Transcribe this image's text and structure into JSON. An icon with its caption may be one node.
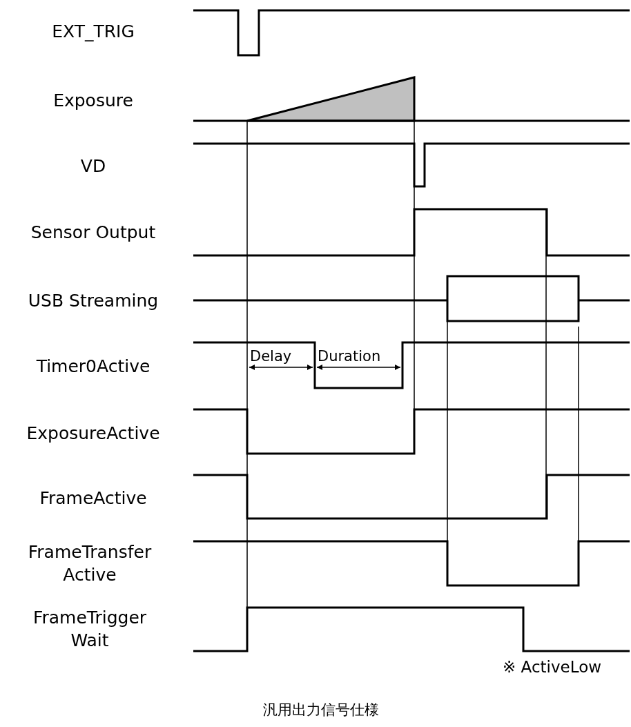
{
  "diagram": {
    "caption": "汎用出力信号仕様",
    "labels": [
      "EXT_TRIG",
      "Exposure",
      "VD",
      "Sensor Output",
      "USB Streaming",
      "Timer0Active",
      "Delay",
      "Duration",
      "ExposureActive",
      "FrameActive",
      "FrameTransfer Active",
      "FrameTrigger Wait",
      "※ ActiveLow"
    ]
  }
}
